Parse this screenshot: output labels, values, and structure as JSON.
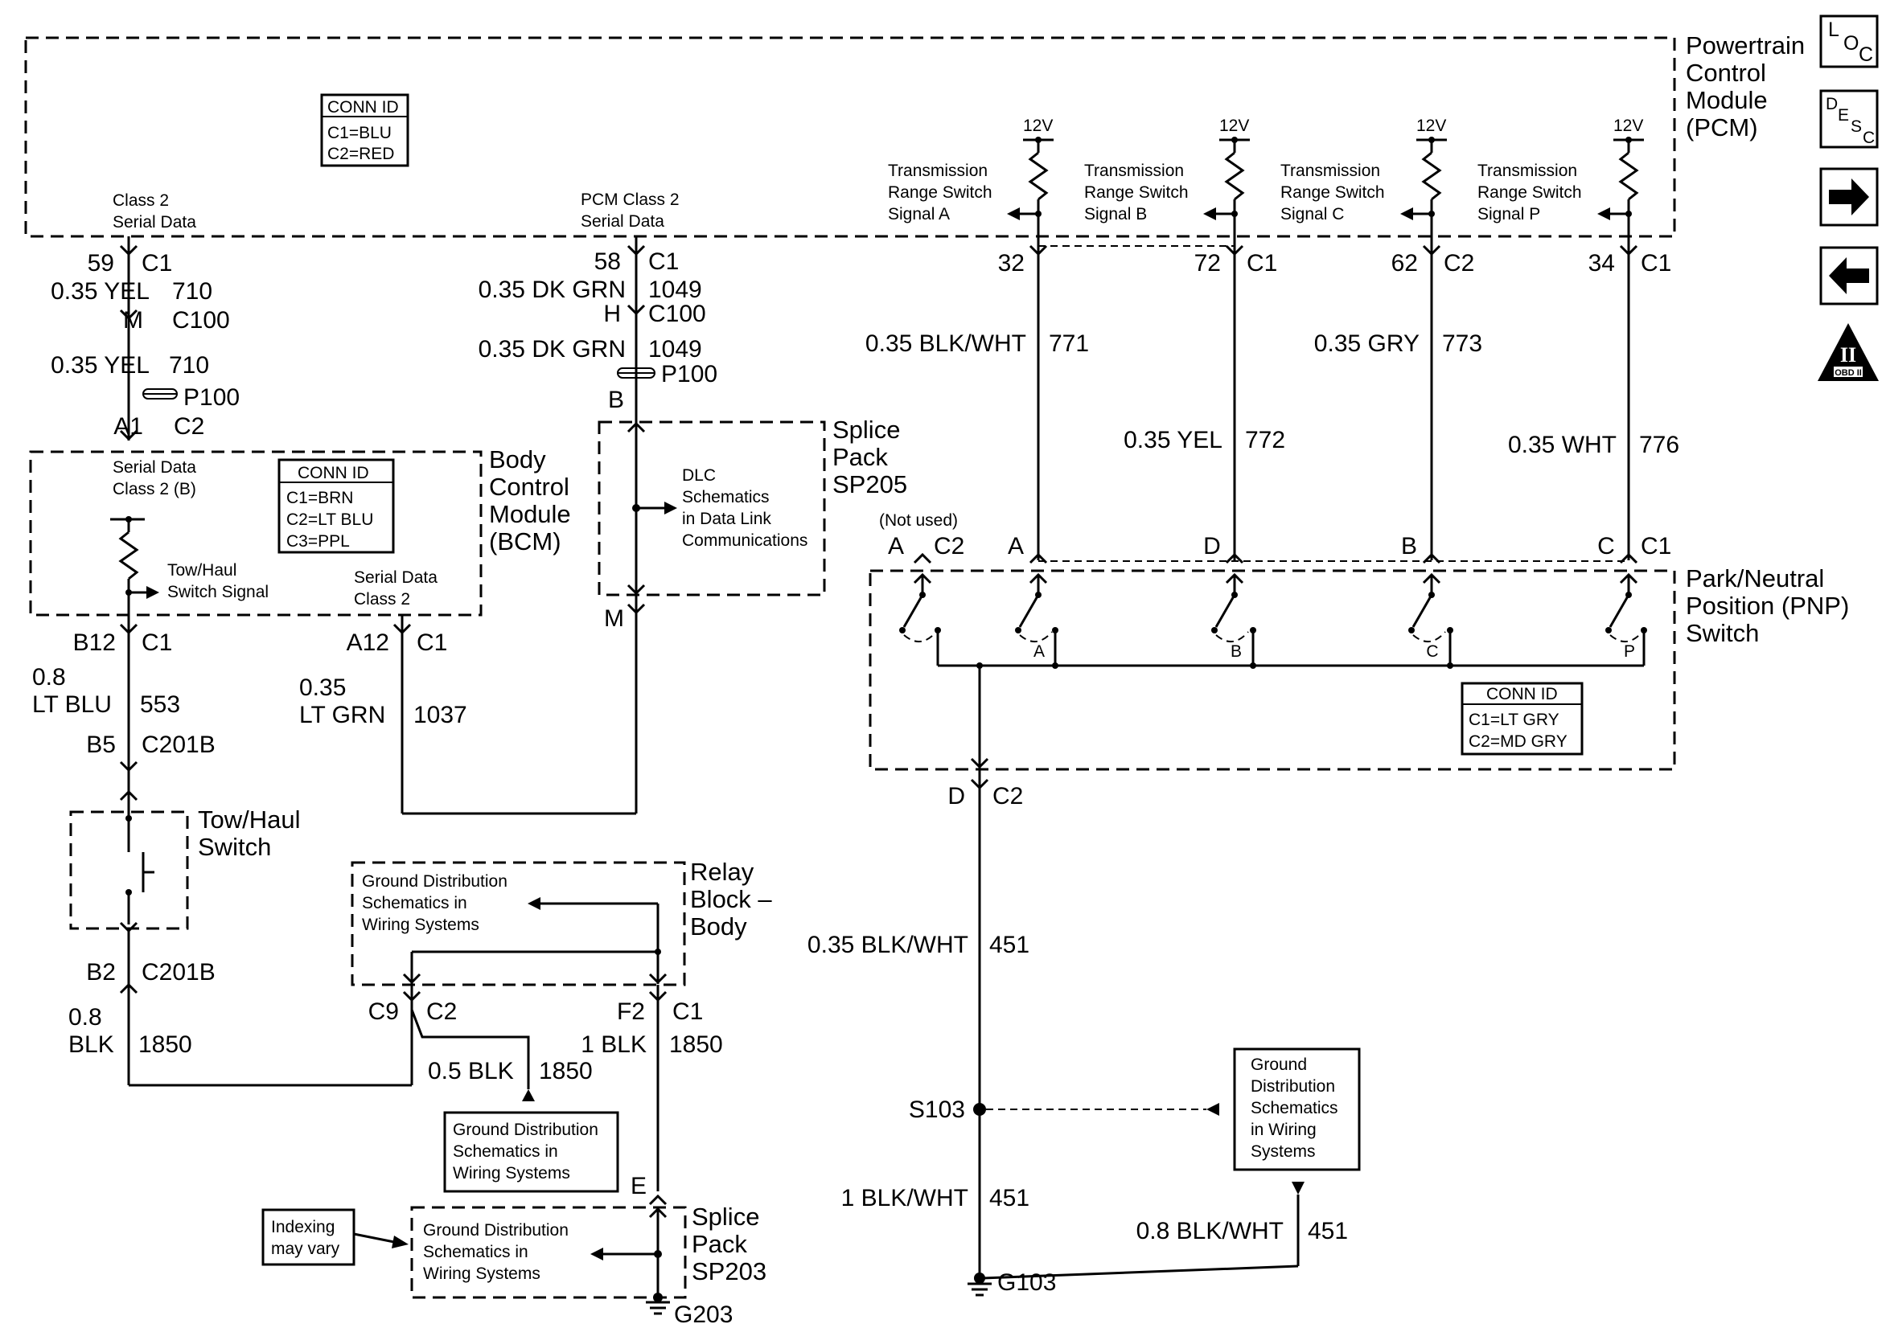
{
  "pcm": {
    "title_lines": [
      "Powertrain",
      "Control",
      "Module",
      "(PCM)"
    ],
    "conn_id": {
      "header": "CONN ID",
      "lines": [
        "C1=BLU",
        "C2=RED"
      ]
    },
    "class2_label": [
      "Class 2",
      "Serial Data"
    ],
    "pcm_class2_label": [
      "PCM Class 2",
      "Serial Data"
    ],
    "trs_signals": [
      {
        "lines": [
          "Transmission",
          "Range Switch",
          "Signal A"
        ],
        "voltage": "12V",
        "pin": "32",
        "conn": "",
        "gauge": "0.35 BLK/WHT",
        "circuit": "771"
      },
      {
        "lines": [
          "Transmission",
          "Range Switch",
          "Signal B"
        ],
        "voltage": "12V",
        "pin": "72",
        "conn": "C1",
        "gauge": "0.35 YEL",
        "circuit": "772"
      },
      {
        "lines": [
          "Transmission",
          "Range Switch",
          "Signal C"
        ],
        "voltage": "12V",
        "pin": "62",
        "conn": "C2",
        "gauge": "0.35 GRY",
        "circuit": "773"
      },
      {
        "lines": [
          "Transmission",
          "Range Switch",
          "Signal P"
        ],
        "voltage": "12V",
        "pin": "34",
        "conn": "C1",
        "gauge": "0.35 WHT",
        "circuit": "776"
      }
    ]
  },
  "left_wire": {
    "pin1": "59",
    "conn1": "C1",
    "gauge1": "0.35 YEL",
    "circuit1": "710",
    "pin2": "M",
    "conn2": "C100",
    "gauge2": "0.35 YEL",
    "circuit2": "710",
    "pass_thru": "P100",
    "pin3": "A1",
    "conn3": "C2"
  },
  "mid_wire": {
    "pin1": "58",
    "conn1": "C1",
    "gauge1": "0.35 DK GRN",
    "circuit1": "1049",
    "pin2": "H",
    "conn2": "C100",
    "gauge2": "0.35 DK GRN",
    "circuit2": "1049",
    "pass_thru": "P100",
    "pin3": "B"
  },
  "bcm": {
    "title_lines": [
      "Body",
      "Control",
      "Module",
      "(BCM)"
    ],
    "serial_b": [
      "Serial Data",
      "Class 2 (B)"
    ],
    "conn_id": {
      "header": "CONN ID",
      "lines": [
        "C1=BRN",
        "C2=LT BLU",
        "C3=PPL"
      ]
    },
    "tow_signal": [
      "Tow/Haul",
      "Switch Signal"
    ],
    "serial_2": [
      "Serial Data",
      "Class 2"
    ],
    "pin_b12": "B12",
    "conn_b12": "C1",
    "pin_a12": "A12",
    "conn_a12": "C1",
    "gauge_553": [
      "0.8",
      "LT BLU"
    ],
    "circuit_553": "553",
    "gauge_1037": [
      "0.35",
      "LT GRN"
    ],
    "circuit_1037": "1037",
    "pin_b5": "B5",
    "conn_b5": "C201B"
  },
  "splice205": {
    "title_lines": [
      "Splice",
      "Pack",
      "SP205"
    ],
    "note": [
      "DLC",
      "Schematics",
      "in Data Link",
      "Communications"
    ],
    "pin_m": "M"
  },
  "tow_switch": {
    "title_lines": [
      "Tow/Haul",
      "Switch"
    ],
    "pin_b2": "B2",
    "conn_b2": "C201B",
    "gauge_1850": [
      "0.8",
      "BLK"
    ],
    "circuit_1850": "1850"
  },
  "relay_block": {
    "title_lines": [
      "Relay",
      "Block –",
      "Body"
    ],
    "note": [
      "Ground Distribution",
      "Schematics in",
      "Wiring Systems"
    ],
    "pin_c9": "C9",
    "conn_c9": "C2",
    "pin_f2": "F2",
    "conn_f2": "C1",
    "gauge_05": "0.5 BLK",
    "circuit_05": "1850",
    "gauge_1": "1 BLK",
    "circuit_1": "1850"
  },
  "ground_box_mid": {
    "lines": [
      "Ground Distribution",
      "Schematics in",
      "Wiring Systems"
    ]
  },
  "splice203": {
    "title_lines": [
      "Splice",
      "Pack",
      "SP203"
    ],
    "note": [
      "Ground Distribution",
      "Schematics in",
      "Wiring Systems"
    ],
    "pin_e": "E",
    "ground": "G203",
    "indexing": [
      "Indexing",
      "may vary"
    ]
  },
  "pnp": {
    "title_lines": [
      "Park/Neutral",
      "Position (PNP)",
      "Switch"
    ],
    "not_used": "(Not used)",
    "pins": [
      {
        "pin": "A",
        "conn": "C2"
      },
      {
        "pin": "A",
        "conn": ""
      },
      {
        "pin": "D",
        "conn": ""
      },
      {
        "pin": "B",
        "conn": ""
      },
      {
        "pin": "C",
        "conn": "C1"
      }
    ],
    "contact_labels": [
      "A",
      "B",
      "C",
      "P"
    ],
    "conn_id": {
      "header": "CONN ID",
      "lines": [
        "C1=LT GRY",
        "C2=MD GRY"
      ]
    },
    "out_pin": "D",
    "out_conn": "C2",
    "gauge_451a": "0.35 BLK/WHT",
    "circuit_451a": "451",
    "splice": "S103",
    "gauge_451b": "1 BLK/WHT",
    "circuit_451b": "451",
    "gauge_451c": "0.8 BLK/WHT",
    "circuit_451c": "451",
    "ground": "G103",
    "ground_note": [
      "Ground",
      "Distribution",
      "Schematics",
      "in Wiring",
      "Systems"
    ]
  },
  "side_icons": {
    "loc": {
      "letters": [
        "L",
        "O",
        "C"
      ],
      "icon": "location-icon"
    },
    "desc": {
      "letters": [
        "D",
        "E",
        "S",
        "C"
      ],
      "icon": "description-icon"
    },
    "next": {
      "icon": "arrow-right-icon"
    },
    "prev": {
      "icon": "arrow-left-icon"
    },
    "obd": {
      "roman": "II",
      "caption": "OBD II",
      "icon": "obd-ii-icon"
    }
  }
}
